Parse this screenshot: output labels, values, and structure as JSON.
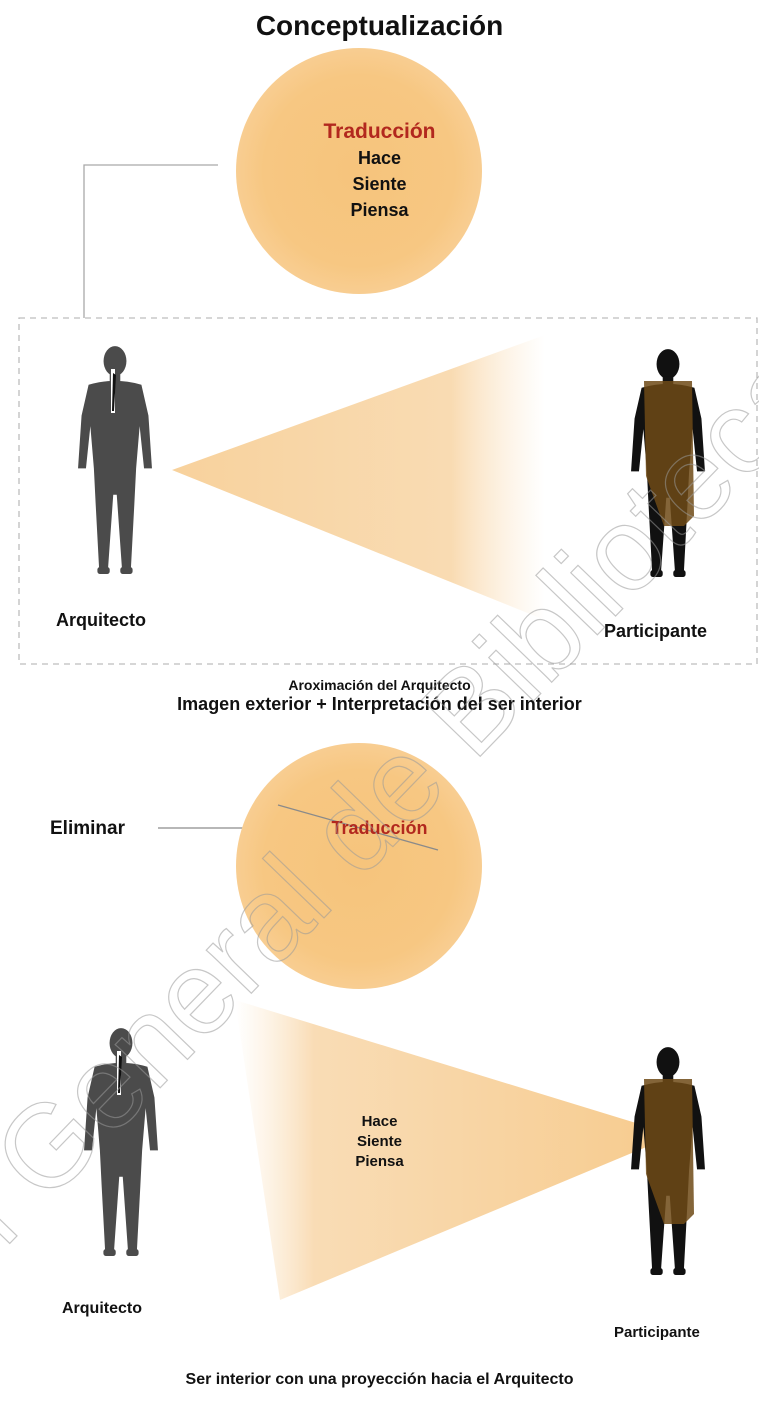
{
  "title": "Conceptualización",
  "top_circle": {
    "highlight": "Traducción",
    "lines": [
      "Hace",
      "Siente",
      "Piensa"
    ]
  },
  "upper": {
    "left_label": "Arquitecto",
    "right_label": "Participante",
    "caption_small": "Aroximación del Arquitecto",
    "caption_large": "Imagen exterior + Interpretación del ser interior"
  },
  "bottom_circle": {
    "highlight": "Traducción",
    "pointer_label": "Eliminar"
  },
  "lower": {
    "beam_lines": [
      "Hace",
      "Siente",
      "Piensa"
    ],
    "left_label": "Arquitecto",
    "right_label": "Participante",
    "caption": "Ser interior con una proyección hacia el Arquitecto"
  },
  "watermark": "Biblioteca General de Biblioteca",
  "colors": {
    "circle_fill": "#f6c47c",
    "beam": "#f7cf97",
    "highlight_text": "#b2281e",
    "architect_suit": "#4b4b4b",
    "participant_body": "#111111",
    "participant_overlay": "#6e4a16",
    "frame_dash": "#bdbdbd"
  },
  "icons": [
    "architect-silhouette",
    "participant-silhouette"
  ]
}
